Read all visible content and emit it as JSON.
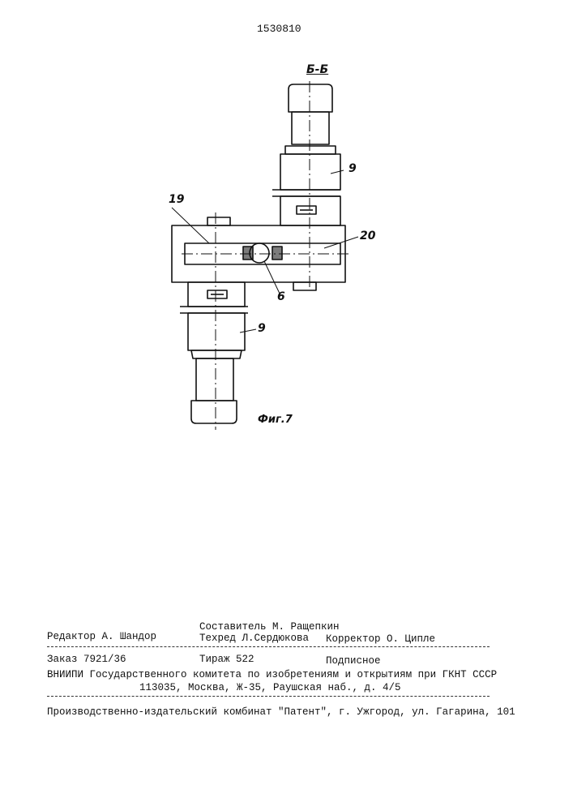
{
  "doc_number": "1530810",
  "figure": {
    "section_label": "Б-Б",
    "caption": "Фиг.7",
    "callouts": [
      "9",
      "19",
      "20",
      "6",
      "9"
    ]
  },
  "colophon": {
    "editor": "Редактор А. Шандор",
    "compiler": "Составитель М. Ращепкин",
    "techred": "Техред Л.Сердюкова",
    "corrector": "Корректор О. Ципле",
    "order": "Заказ 7921/36",
    "circulation": "Тираж 522",
    "subscription": "Подписное",
    "institution": "ВНИИПИ Государственного комитета по изобретениям и открытиям при ГКНТ СССР",
    "address": "113035, Москва, Ж-35, Раушская наб., д. 4/5",
    "printer": "Производственно-издательский комбинат \"Патент\", г. Ужгород, ул. Гагарина, 101"
  }
}
